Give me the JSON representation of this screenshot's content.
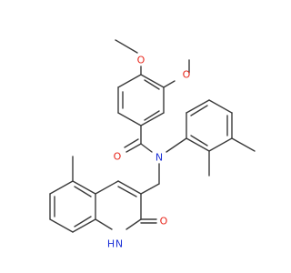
{
  "colors": {
    "background": "#ffffff",
    "bond": "#3a3a3a",
    "oxygen": "#e8261b",
    "nitrogen": "#1a2fd6"
  },
  "atoms": {
    "o_methoxy_top": "O",
    "o_methoxy_right": "O",
    "o_carbonyl": "O",
    "n_amide": "N",
    "o_lactam": "O",
    "nh_lactam": "H",
    "n_lactam": "N"
  }
}
